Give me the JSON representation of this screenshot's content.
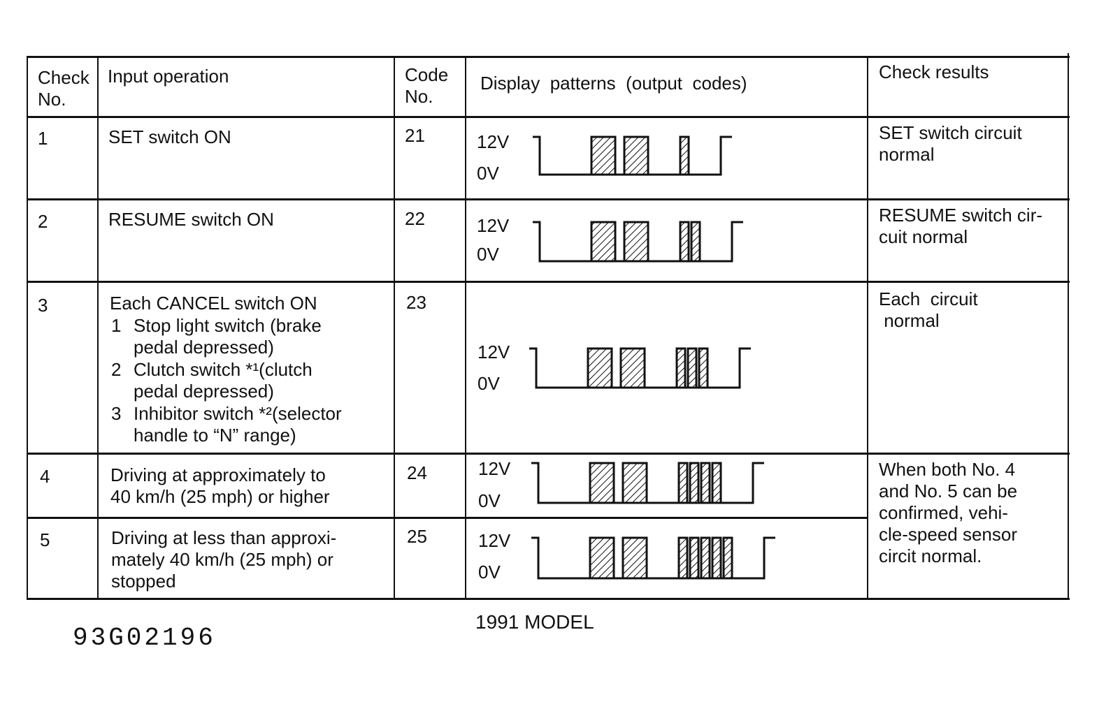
{
  "headers": {
    "check_no": "Check\nNo.",
    "input_operation": "Input operation",
    "code_no": "Code\nNo.",
    "display_patterns": "Display  patterns  (output  codes)",
    "check_results": "Check results"
  },
  "rows": [
    {
      "check_no": "1",
      "input": "SET switch ON",
      "code": "21",
      "v_high": "12V",
      "v_low": "0V",
      "pulses": 1,
      "result": "SET switch circuit\nnormal"
    },
    {
      "check_no": "2",
      "input": "RESUME switch ON",
      "code": "22",
      "v_high": "12V",
      "v_low": "0V",
      "pulses": 2,
      "result": "RESUME switch cir-\ncuit normal"
    },
    {
      "check_no": "3",
      "input": "Each CANCEL switch ON",
      "code": "23",
      "sub_items": [
        {
          "num": "1",
          "text": "Stop light switch (brake\npedal depressed)"
        },
        {
          "num": "2",
          "text": "Clutch switch *¹(clutch\npedal depressed)"
        },
        {
          "num": "3",
          "text": "Inhibitor switch *²(selector\nhandle to “N” range)"
        }
      ],
      "v_high": "12V",
      "v_low": "0V",
      "pulses": 3,
      "result": "Each  circuit\n normal"
    },
    {
      "check_no": "4",
      "input": "Driving at approximately to\n40 km/h (25 mph) or higher",
      "code": "24",
      "v_high": "12V",
      "v_low": "0V",
      "pulses": 4,
      "result": "When both No. 4\nand No. 5 can be\nconfirmed, vehi-\ncle-speed sensor\ncircit normal."
    },
    {
      "check_no": "5",
      "input": "Driving at less than approxi-\nmately 40 km/h (25 mph) or\nstopped",
      "code": "25",
      "v_high": "12V",
      "v_low": "0V",
      "pulses": 5
    }
  ],
  "caption": "1991 MODEL",
  "figure_id": "93G02196"
}
